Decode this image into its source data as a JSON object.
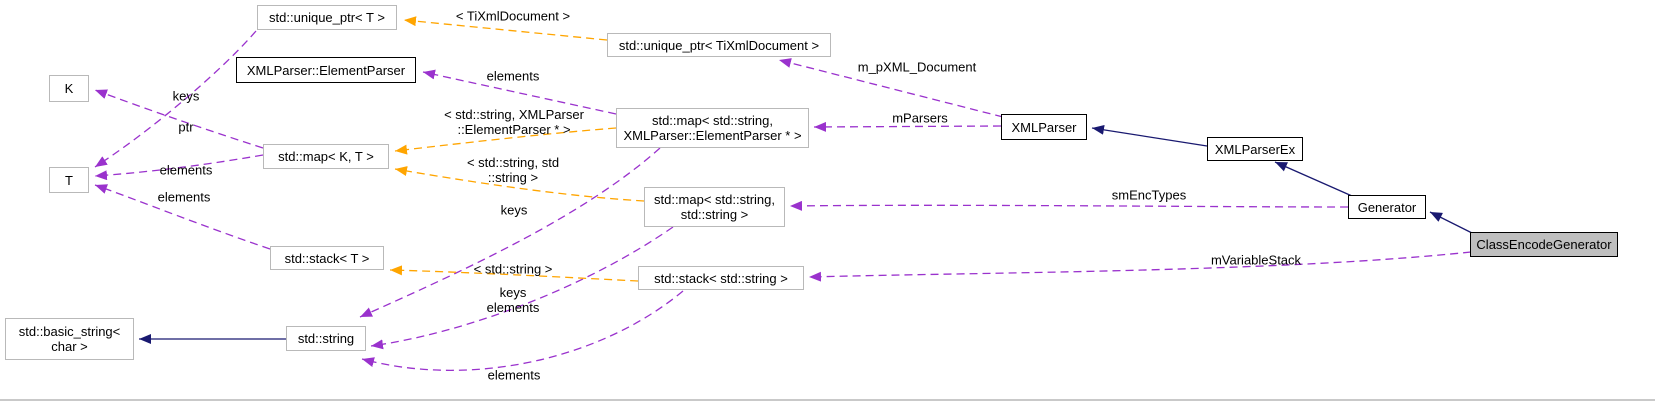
{
  "diagram": {
    "kind": "collaboration-graph",
    "nodes": {
      "unique_ptr_t": "std::unique_ptr< T >",
      "unique_ptr_tixml": "std::unique_ptr< TiXmlDocument >",
      "element_parser": "XMLParser::ElementParser",
      "k": "K",
      "t": "T",
      "map_kt": "std::map< K, T >",
      "map_str_ep": "std::map< std::string,\nXMLParser::ElementParser * >",
      "map_str_str": "std::map< std::string,\nstd::string >",
      "stack_t": "std::stack< T >",
      "stack_str": "std::stack< std::string >",
      "basic_string": "std::basic_string<\nchar >",
      "std_string": "std::string",
      "xmlparser": "XMLParser",
      "xmlparserex": "XMLParserEx",
      "generator": "Generator",
      "class_encode_generator": "ClassEncodeGenerator"
    },
    "edge_labels": {
      "tixml_args": "< TiXmlDocument >",
      "m_pxml_document": "m_pXML_Document",
      "elements_ep": "elements",
      "keys_k": "keys",
      "ptr": "ptr",
      "map_ep_args": "< std::string, XMLParser\n::ElementParser * >",
      "map_ss_args": "< std::string, std\n::string >",
      "elements_map_t": "elements",
      "elements_stack_t": "elements",
      "mparsers": "mParsers",
      "keys_map_ep": "keys",
      "smenctypes": "smEncTypes",
      "string_args": "< std::string >",
      "keys_elements": "keys\nelements",
      "mvariablestack": "mVariableStack",
      "elements_stack_str": "elements"
    },
    "colors": {
      "usage_edge": "#9a32cd",
      "template_edge": "#ffa500",
      "inheritance_edge": "#191970",
      "node_border": "#b9b9b9",
      "documented_node_border": "#000000",
      "current_node_fill": "#bfbfbf"
    }
  }
}
